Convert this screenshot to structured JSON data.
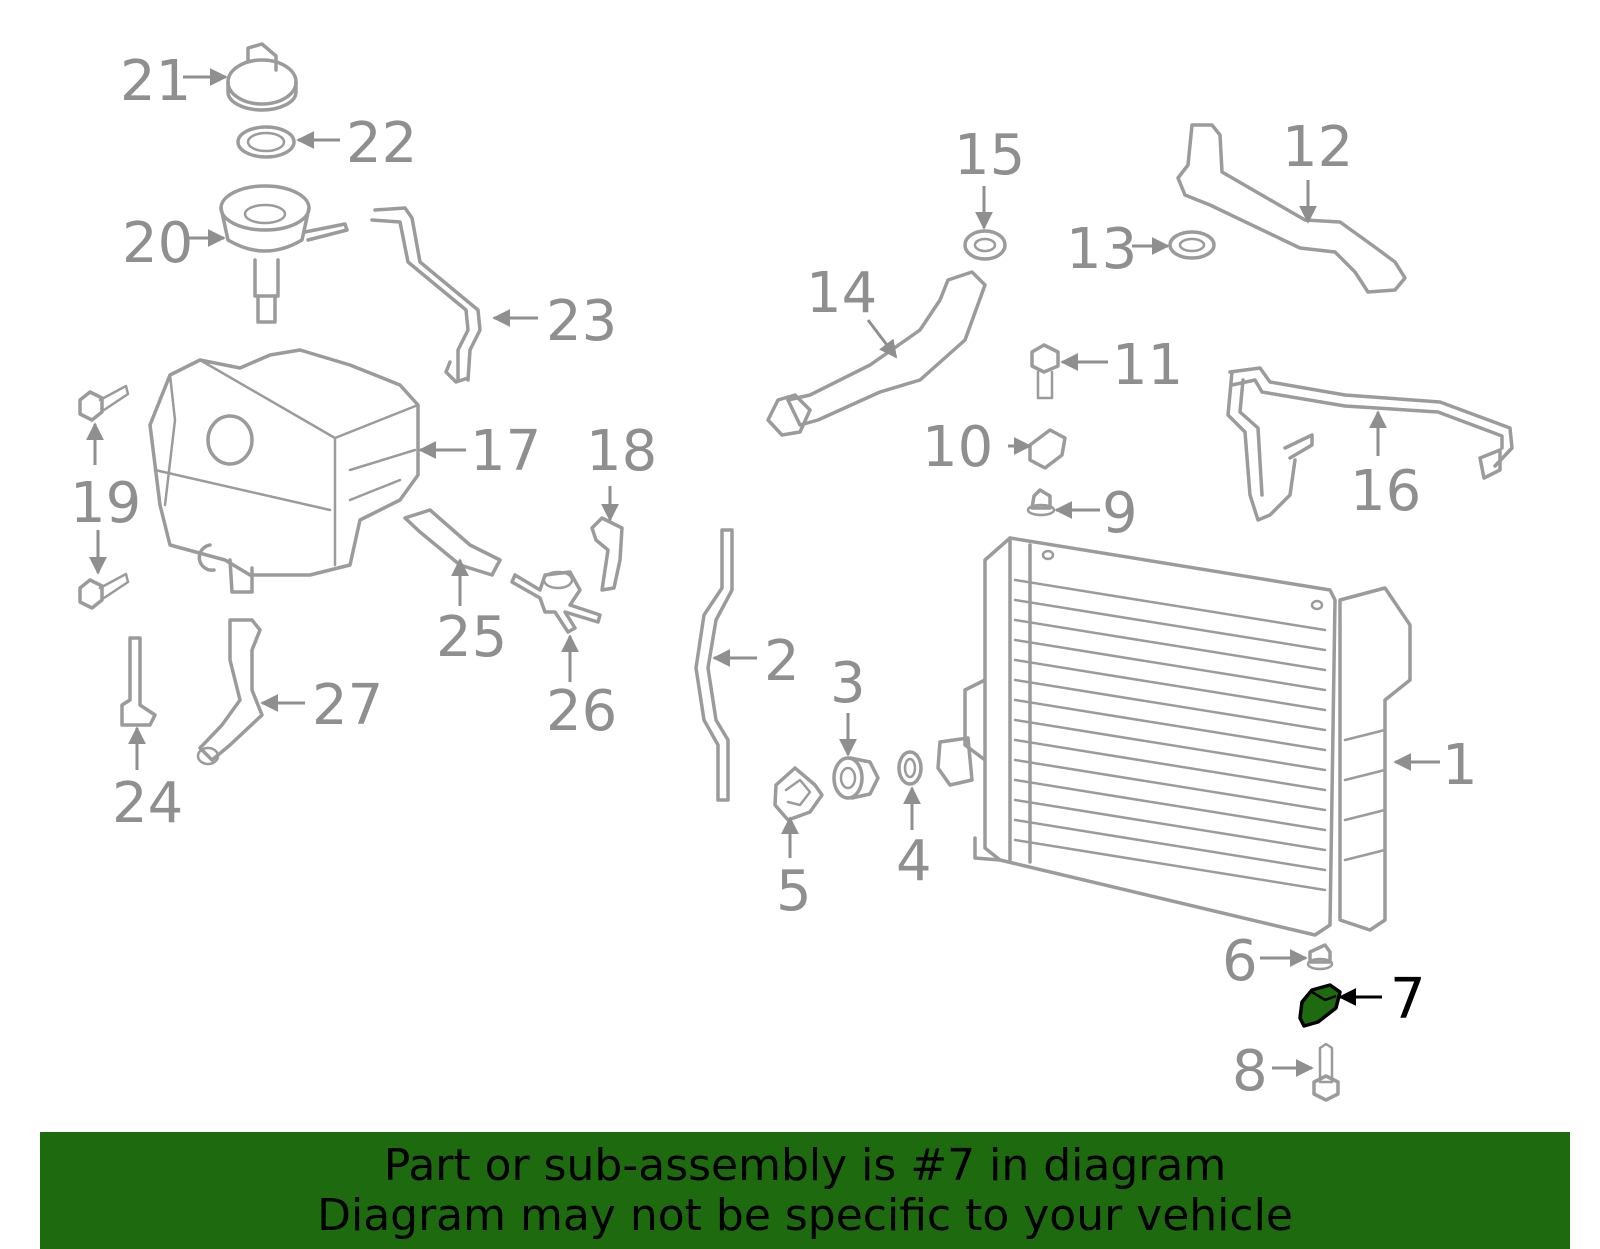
{
  "highlight": {
    "part_number": "7",
    "color": "#1d6b0e"
  },
  "labels": [
    "1",
    "2",
    "3",
    "4",
    "5",
    "6",
    "7",
    "8",
    "9",
    "10",
    "11",
    "12",
    "13",
    "14",
    "15",
    "16",
    "17",
    "18",
    "19",
    "20",
    "21",
    "22",
    "23",
    "24",
    "25",
    "26",
    "27"
  ],
  "banner": {
    "line1": "Part or sub-assembly is #7 in diagram",
    "line2": "Diagram may not be specific to your vehicle"
  },
  "colors": {
    "part_stroke": "#9b9b9b",
    "label": "#8f8f8f",
    "banner_bg": "#1d6b0e"
  }
}
